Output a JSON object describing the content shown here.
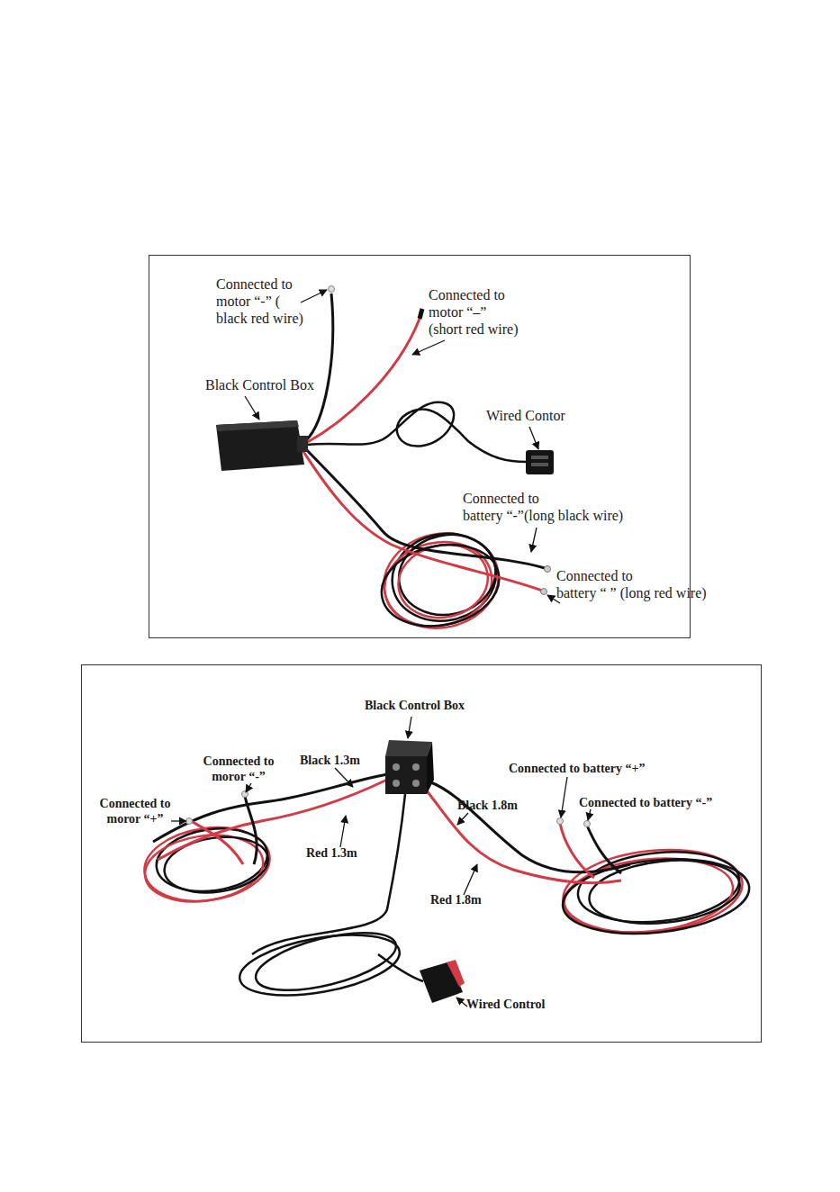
{
  "diagram": {
    "labels": [
      "Connected to motor “-” ( black red wire)",
      "Connected to motor “–” (short red wire)",
      "Black Control Box",
      "Wired Contor",
      "Connected to battery “-”(long black wire)",
      "Connected to battery “ ” (long red wire)",
      "Black Control Box",
      "Connected to moror “-”",
      "Black 1.3m",
      "Connected to moror “+”",
      "Red 1.3m",
      "Connected to battery “+”",
      "Connected to battery “-”",
      "Black 1.8m",
      "Red 1.8m",
      "Wired Control"
    ]
  }
}
